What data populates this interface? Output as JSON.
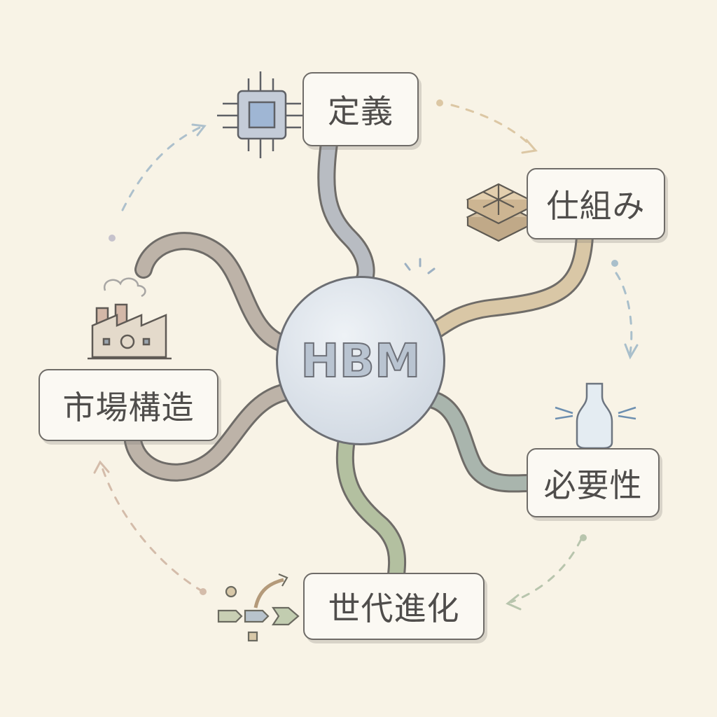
{
  "center": {
    "label": "HBM"
  },
  "nodes": [
    {
      "label": "定義",
      "icon": "chip-icon"
    },
    {
      "label": "仕組み",
      "icon": "stacked-layers-icon"
    },
    {
      "label": "必要性",
      "icon": "bottleneck-bottle-icon"
    },
    {
      "label": "世代進化",
      "icon": "progression-arrows-icon"
    },
    {
      "label": "市場構造",
      "icon": "factory-icon"
    }
  ],
  "colors": {
    "background": "#f8f3e6",
    "outline": "#6f6c68",
    "branch_gray": "#b8bcc2",
    "branch_tan": "#d9c7a6",
    "branch_sage": "#a9b5ad",
    "branch_green": "#b3c0a0",
    "branch_brown": "#bdb3a8"
  }
}
